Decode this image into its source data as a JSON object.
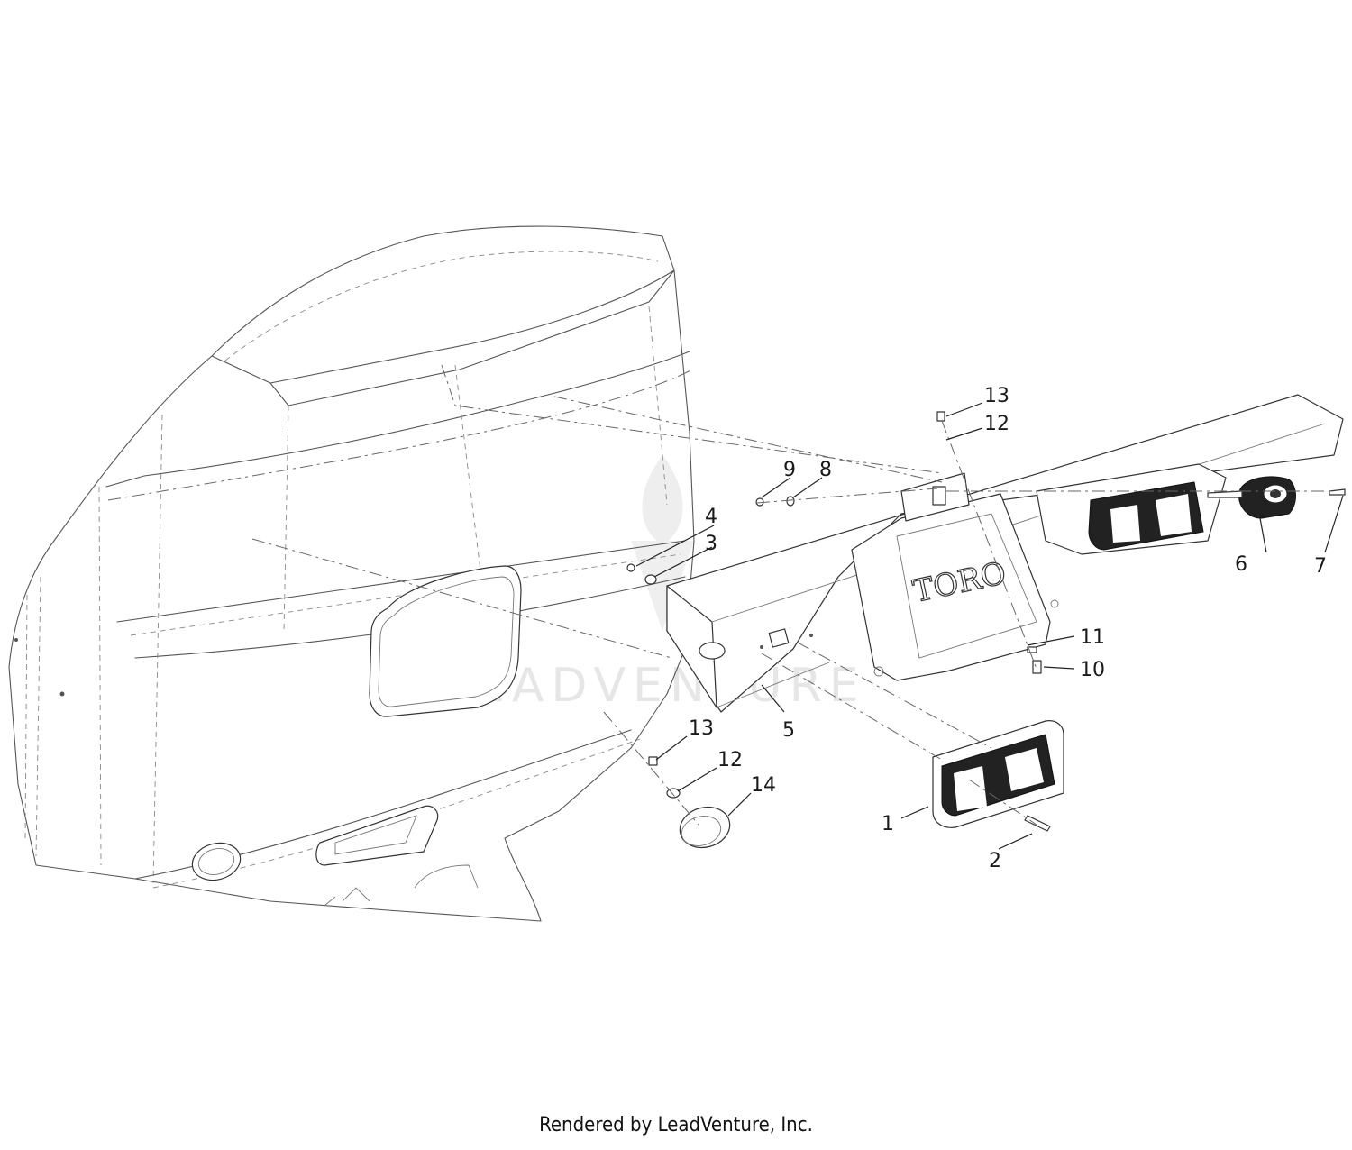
{
  "diagram": {
    "logo_text": "TORO",
    "watermark_text": "LEADVENTURE",
    "callouts": [
      {
        "id": "c1",
        "label": "1"
      },
      {
        "id": "c2",
        "label": "2"
      },
      {
        "id": "c3",
        "label": "3"
      },
      {
        "id": "c4",
        "label": "4"
      },
      {
        "id": "c5",
        "label": "5"
      },
      {
        "id": "c6",
        "label": "6"
      },
      {
        "id": "c7",
        "label": "7"
      },
      {
        "id": "c8",
        "label": "8"
      },
      {
        "id": "c9",
        "label": "9"
      },
      {
        "id": "c10",
        "label": "10"
      },
      {
        "id": "c11",
        "label": "11"
      },
      {
        "id": "c12a",
        "label": "12"
      },
      {
        "id": "c13a",
        "label": "13"
      },
      {
        "id": "c12b",
        "label": "12"
      },
      {
        "id": "c13b",
        "label": "13"
      },
      {
        "id": "c14",
        "label": "14"
      }
    ]
  },
  "footer": {
    "credit": "Rendered by LeadVenture, Inc."
  }
}
